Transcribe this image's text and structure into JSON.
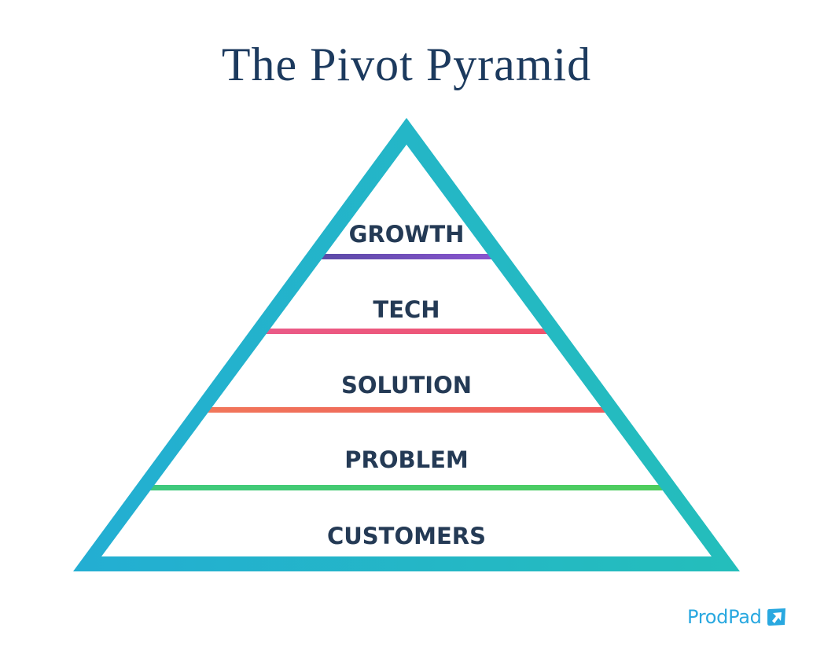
{
  "title": "The Pivot Pyramid",
  "colors": {
    "title": "#1c3a5e",
    "label": "#243a55",
    "pyramid_gradient_start": "#23aed3",
    "pyramid_gradient_end": "#24bebb",
    "brand": "#29a8e0"
  },
  "pyramid": {
    "layers": [
      {
        "label": "GROWTH",
        "line_color_start": "#5a4aa6",
        "line_color_end": "#8a55cf"
      },
      {
        "label": "TECH",
        "line_color_start": "#ea5a88",
        "line_color_end": "#f0546d"
      },
      {
        "label": "SOLUTION",
        "line_color_start": "#f1765a",
        "line_color_end": "#ef5c5c"
      },
      {
        "label": "PROBLEM",
        "line_color_start": "#3ec97e",
        "line_color_end": "#4fcd5c"
      },
      {
        "label": "CUSTOMERS"
      }
    ]
  },
  "brand": {
    "name": "ProdPad",
    "icon": "prodpad-arrow-logo-icon"
  }
}
